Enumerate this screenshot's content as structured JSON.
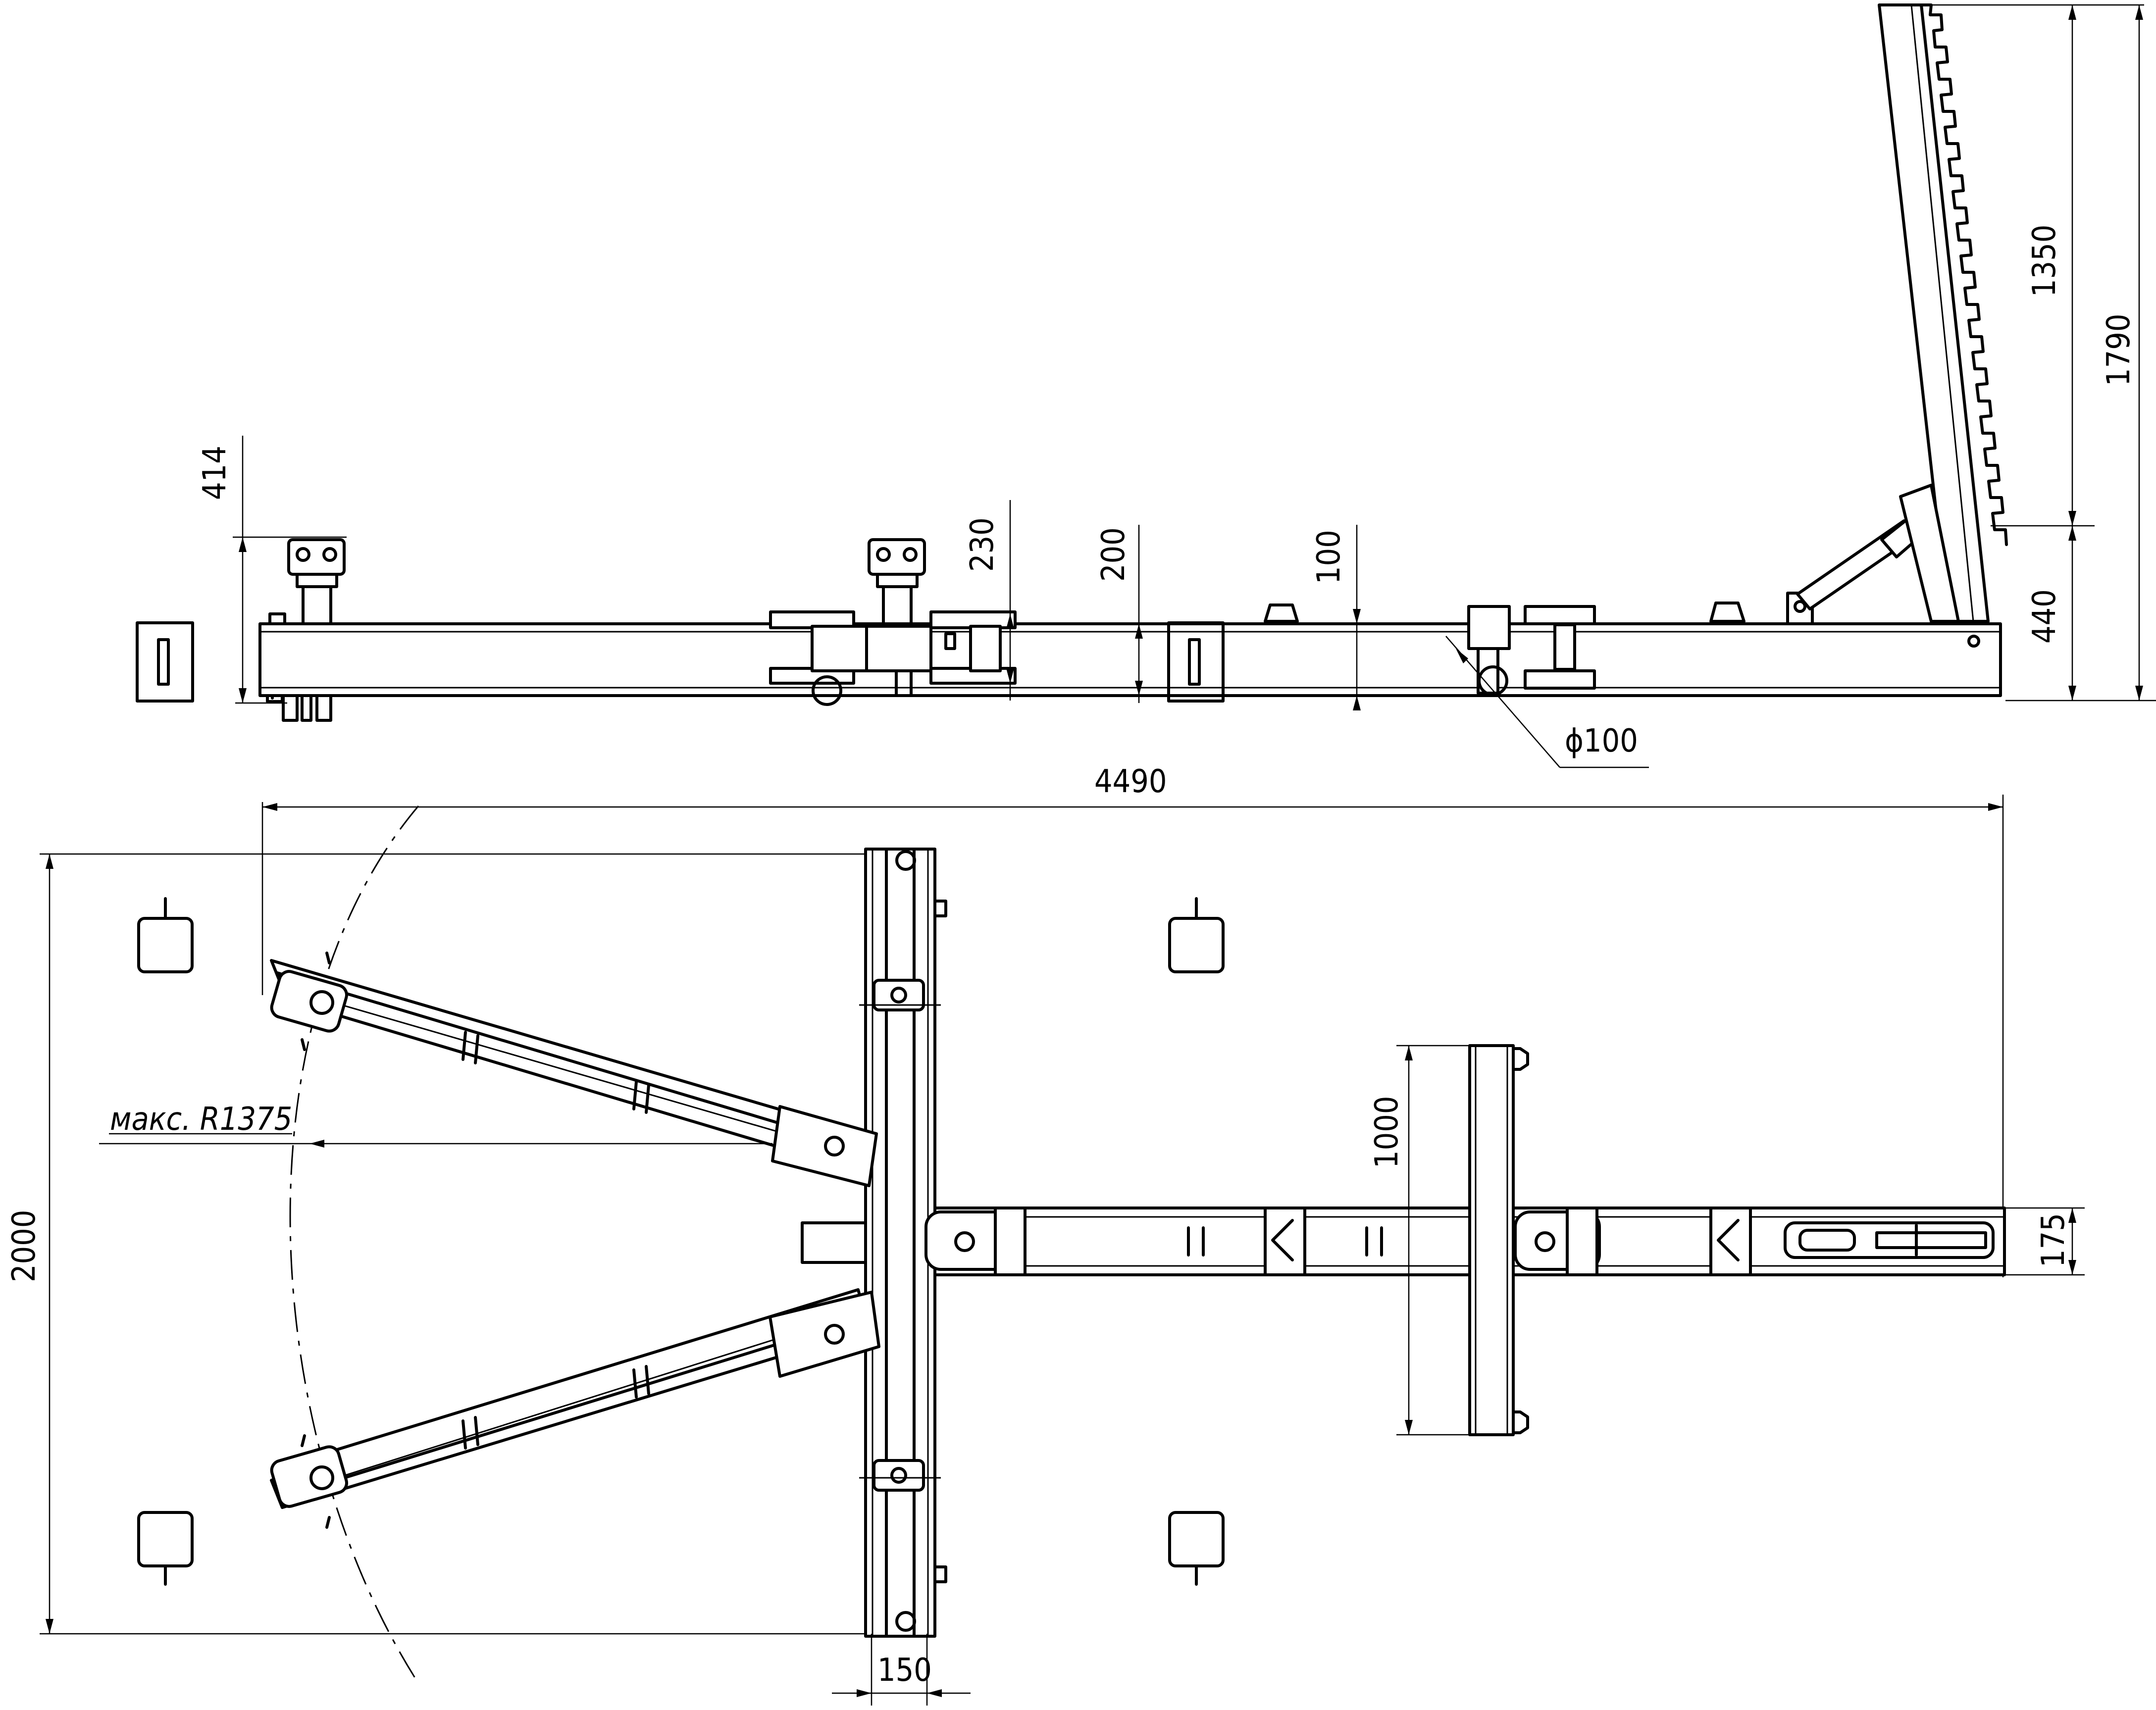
{
  "dimensions": {
    "d414": "414",
    "d230": "230",
    "d200": "200",
    "d100": "100",
    "d1350": "1350",
    "d1790": "1790",
    "d440": "440",
    "d_phi100": "ϕ100",
    "d4490": "4490",
    "d2000": "2000",
    "d1000": "1000",
    "d175": "175",
    "d150": "150",
    "radius": "макс. R1375"
  }
}
